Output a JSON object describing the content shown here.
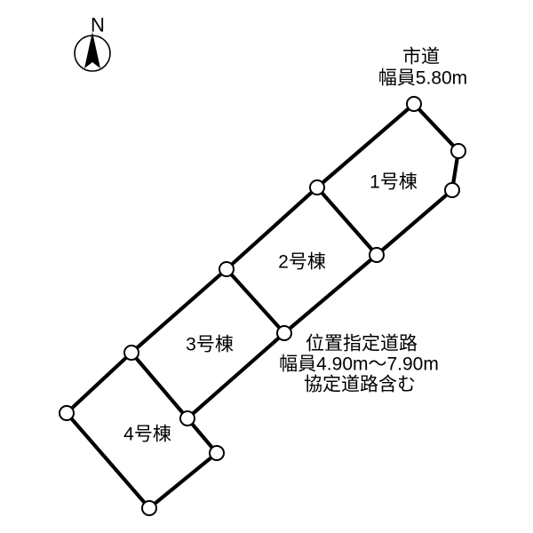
{
  "north": {
    "label": "N"
  },
  "top_road": {
    "lines": [
      "市道",
      "幅員5.80m"
    ]
  },
  "side_road": {
    "lines": [
      "位置指定道路",
      "幅員4.90m〜7.90m",
      "協定道路含む"
    ]
  },
  "lots": [
    {
      "label": "1号棟"
    },
    {
      "label": "2号棟"
    },
    {
      "label": "3号棟"
    },
    {
      "label": "4号棟"
    }
  ],
  "colors": {
    "line": "#000000",
    "background": "#ffffff",
    "vertex_fill": "#ffffff",
    "text": "#000000"
  }
}
